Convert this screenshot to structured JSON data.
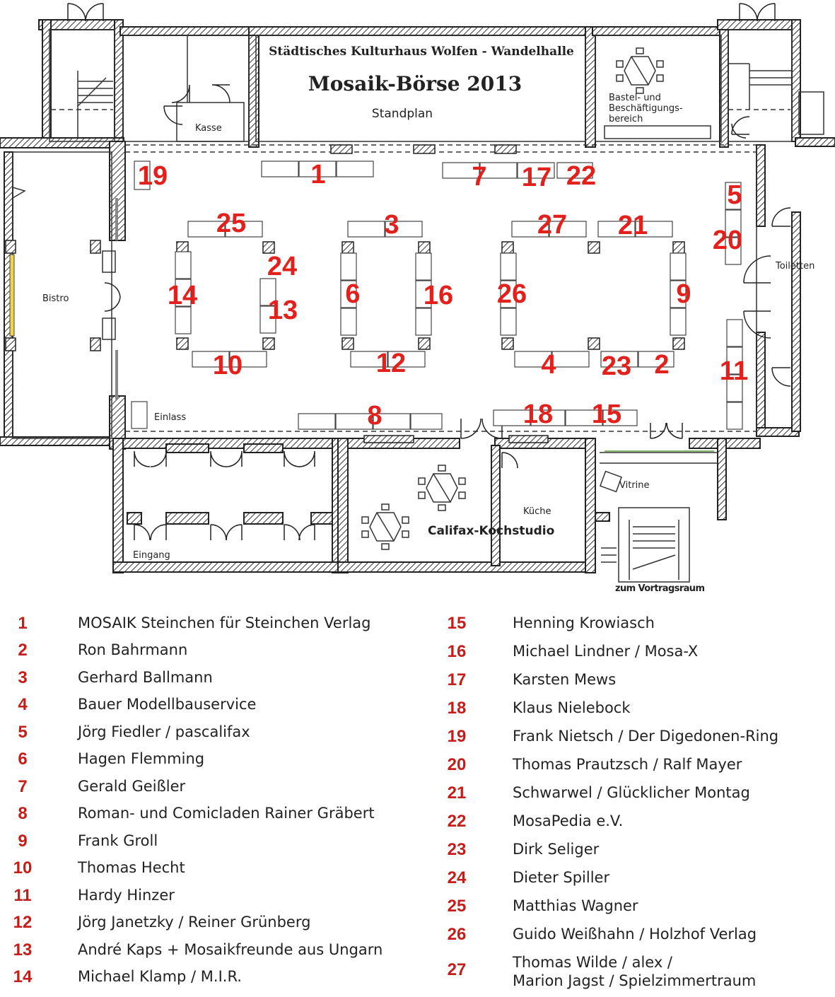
{
  "plan": {
    "header": {
      "venue": "Städtisches Kulturhaus Wolfen - Wandelhalle",
      "event": "Mosaik-Börse 2013",
      "subtitle": "Standplan"
    },
    "rooms": {
      "kasse": "Kasse",
      "bastel_1": "Bastel- und",
      "bastel_2": "Beschäftigungs-",
      "bastel_3": "bereich",
      "bistro": "Bistro",
      "toiletten": "Toiletten",
      "einlass": "Einlass",
      "eingang": "Eingang",
      "kueche": "Küche",
      "kochstudio": "Califax-Kochstudio",
      "vitrine": "Vitrine",
      "vortragsraum": "zum Vortragsraum"
    },
    "stand_numbers": [
      "1",
      "2",
      "3",
      "4",
      "5",
      "6",
      "7",
      "8",
      "9",
      "10",
      "11",
      "12",
      "13",
      "14",
      "15",
      "16",
      "17",
      "18",
      "19",
      "20",
      "21",
      "22",
      "23",
      "24",
      "25",
      "26",
      "27"
    ]
  },
  "legend": {
    "left": [
      {
        "num": "1",
        "name": "MOSAIK Steinchen für Steinchen Verlag"
      },
      {
        "num": "2",
        "name": "Ron Bahrmann"
      },
      {
        "num": "3",
        "name": "Gerhard Ballmann"
      },
      {
        "num": "4",
        "name": "Bauer Modellbauservice"
      },
      {
        "num": "5",
        "name": "Jörg Fiedler / pascalifax"
      },
      {
        "num": "6",
        "name": "Hagen Flemming"
      },
      {
        "num": "7",
        "name": "Gerald Geißler"
      },
      {
        "num": "8",
        "name": "Roman- und Comicladen Rainer Gräbert"
      },
      {
        "num": "9",
        "name": "Frank Groll"
      },
      {
        "num": "10",
        "name": "Thomas Hecht"
      },
      {
        "num": "11",
        "name": "Hardy Hinzer"
      },
      {
        "num": "12",
        "name": "Jörg Janetzky / Reiner Grünberg"
      },
      {
        "num": "13",
        "name": "André Kaps + Mosaikfreunde aus Ungarn"
      },
      {
        "num": "14",
        "name": "Michael Klamp / M.I.R."
      }
    ],
    "right": [
      {
        "num": "15",
        "name": "Henning Krowiasch"
      },
      {
        "num": "16",
        "name": "Michael Lindner / Mosa-X"
      },
      {
        "num": "17",
        "name": "Karsten Mews"
      },
      {
        "num": "18",
        "name": "Klaus Nielebock"
      },
      {
        "num": "19",
        "name": "Frank Nietsch / Der Digedonen-Ring"
      },
      {
        "num": "20",
        "name": "Thomas Prautzsch / Ralf Mayer"
      },
      {
        "num": "21",
        "name": "Schwarwel / Glücklicher Montag"
      },
      {
        "num": "22",
        "name": "MosaPedia e.V."
      },
      {
        "num": "23",
        "name": "Dirk Seliger"
      },
      {
        "num": "24",
        "name": "Dieter Spiller"
      },
      {
        "num": "25",
        "name": "Matthias Wagner"
      },
      {
        "num": "26",
        "name": "Guido Weißhahn / Holzhof Verlag"
      },
      {
        "num": "27",
        "name": "Thomas Wilde / alex /",
        "name2": "Marion Jagst / Spielzimmertraum"
      }
    ]
  },
  "colors": {
    "stand_number": "#e2211c",
    "legend_number": "#c41e1a",
    "wall": "#222222"
  }
}
